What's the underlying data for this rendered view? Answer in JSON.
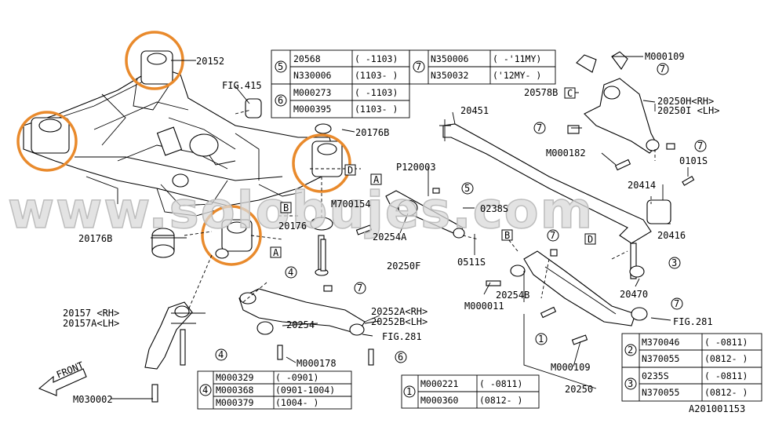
{
  "callouts": {
    "c20152": "20152",
    "fig415": "FIG.415",
    "c20176b_top": "20176B",
    "c20176b_left": "20176B",
    "c20451": "20451",
    "c20578b": "20578B",
    "m000109_top": "M000109",
    "c20250h": "20250H<RH>",
    "c20250i": "20250I <LH>",
    "m000182": "M000182",
    "c0101s": "0101S",
    "p120003": "P120003",
    "c0238s": "0238S",
    "m700154": "M700154",
    "c20176": "20176",
    "c20254a": "20254A",
    "c20250f": "20250F",
    "c0511s": "0511S",
    "c20414": "20414",
    "c20416": "20416",
    "c20157rh": "20157 <RH>",
    "c20157alh": "20157A<LH>",
    "c20252a": "20252A<RH>",
    "c20252b": "20252B<LH>",
    "c20254": "20254",
    "fig281_mid": "FIG.281",
    "m000178": "M000178",
    "m000011": "M000011",
    "c20254b": "20254B",
    "c20470": "20470",
    "fig281_right": "FIG.281",
    "m000109_bot": "M000109",
    "c20250": "20250",
    "m030002": "M030002",
    "front": "FRONT",
    "diagram_id": "A201001153"
  },
  "markers": {
    "n1": "1",
    "n2": "2",
    "n3": "3",
    "n4": "4",
    "n5": "5",
    "n6": "6",
    "n7": "7",
    "A": "A",
    "B": "B",
    "C": "C",
    "D": "D"
  },
  "tables": {
    "t56": [
      [
        "20568",
        "( -1103)"
      ],
      [
        "N330006",
        "(1103- )"
      ],
      [
        "M000273",
        "( -1103)"
      ],
      [
        "M000395",
        "(1103- )"
      ]
    ],
    "t7": [
      [
        "N350006",
        "( -'11MY)"
      ],
      [
        "N350032",
        "('12MY- )"
      ]
    ],
    "t4": [
      [
        "M000329",
        "( -0901)"
      ],
      [
        "M000368",
        "(0901-1004)"
      ],
      [
        "M000379",
        "(1004- )"
      ]
    ],
    "t1": [
      [
        "M000221",
        "( -0811)"
      ],
      [
        "M000360",
        "(0812- )"
      ]
    ],
    "t23": [
      [
        "M370046",
        "( -0811)"
      ],
      [
        "N370055",
        "(0812- )"
      ],
      [
        "0235S",
        "( -0811)"
      ],
      [
        "N370055",
        "(0812- )"
      ]
    ]
  },
  "watermark": "www.solobujes.com",
  "colors": {
    "highlight": "#e98a2c",
    "watermark": "#d9d9d9"
  }
}
